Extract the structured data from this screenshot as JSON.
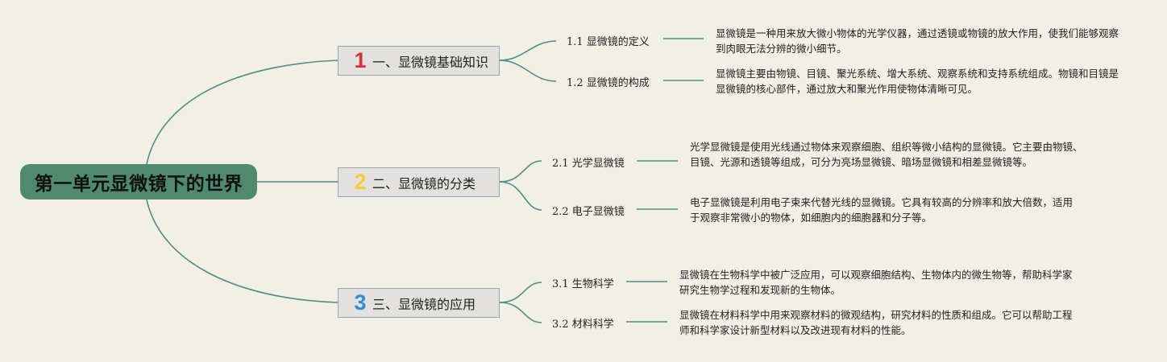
{
  "root": {
    "title": "第一单元显微镜下的世界"
  },
  "branches": [
    {
      "number": "1",
      "number_color": "#d9303a",
      "label": "一、显微镜基础知识",
      "leaves": [
        {
          "label": "1.1 显微镜的定义",
          "desc": "显微镜是一种用来放大微小物体的光学仪器，通过透镜或物镜的放大作用，使我们能够观察到肉眼无法分辨的微小细节。"
        },
        {
          "label": "1.2 显微镜的构成",
          "desc": "显微镜主要由物镜、目镜、聚光系统、增大系统、观察系统和支持系统组成。物镜和目镜是显微镜的核心部件，通过放大和聚光作用使物体清晰可见。"
        }
      ]
    },
    {
      "number": "2",
      "number_color": "#f2cf3a",
      "label": "二、显微镜的分类",
      "leaves": [
        {
          "label": "2.1 光学显微镜",
          "desc": "光学显微镜是使用光线通过物体来观察细胞、组织等微小结构的显微镜。它主要由物镜、目镜、光源和透镜等组成，可分为亮场显微镜、暗场显微镜和相差显微镜等。"
        },
        {
          "label": "2.2 电子显微镜",
          "desc": "电子显微镜是利用电子束来代替光线的显微镜。它具有较高的分辨率和放大倍数，适用于观察非常微小的物体，如细胞内的细胞器和分子等。"
        }
      ]
    },
    {
      "number": "3",
      "number_color": "#2f8fd8",
      "label": "三、显微镜的应用",
      "leaves": [
        {
          "label": "3.1 生物科学",
          "desc": "显微镜在生物科学中被广泛应用，可以观察细胞结构、生物体内的微生物等，帮助科学家研究生物学过程和发现新的生物体。"
        },
        {
          "label": "3.2 材料科学",
          "desc": "显微镜在材料科学中用来观察材料的微观结构，研究材料的性质和组成。它可以帮助工程师和科学家设计新型材料以及改进现有材料的性能。"
        }
      ]
    }
  ]
}
